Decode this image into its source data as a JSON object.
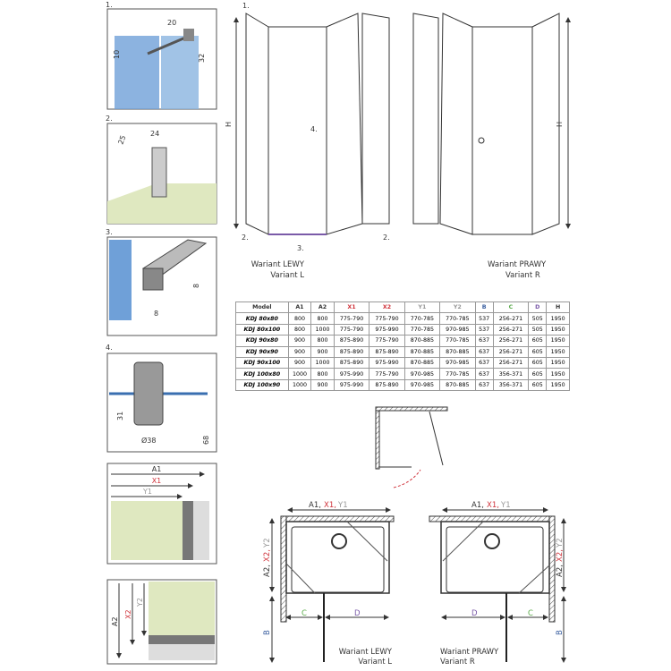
{
  "details": [
    {
      "number": "1.",
      "dims": [
        "20",
        "10",
        "32"
      ]
    },
    {
      "number": "2.",
      "dims": [
        "25",
        "24"
      ]
    },
    {
      "number": "3.",
      "dims": [
        "8",
        "8"
      ]
    },
    {
      "number": "4.",
      "dims": [
        "31",
        "Ø38",
        "68"
      ]
    }
  ],
  "dimension_detail": {
    "width": [
      "A1",
      "X1",
      "Y1"
    ],
    "depth": [
      "A2",
      "X2",
      "Y2"
    ]
  },
  "elevations": {
    "height_label": "H",
    "markers": [
      "1.",
      "2.",
      "3.",
      "2.",
      "4."
    ],
    "left_caption": [
      "Wariant LEWY",
      "Variant L"
    ],
    "right_caption": [
      "Wariant PRAWY",
      "Variant R"
    ]
  },
  "table": {
    "headers": [
      "Model",
      "A1",
      "A2",
      "X1",
      "X2",
      "Y1",
      "Y2",
      "B",
      "C",
      "D",
      "H"
    ],
    "header_colors": [
      "#333333",
      "#333333",
      "#333333",
      "#d0343c",
      "#d0343c",
      "#999999",
      "#999999",
      "#3a5fa0",
      "#5aaa4a",
      "#7a5aa8",
      "#333333"
    ],
    "rows": [
      [
        "KDJ 80x80",
        "800",
        "800",
        "775-790",
        "775-790",
        "770-785",
        "770-785",
        "537",
        "256-271",
        "505",
        "1950"
      ],
      [
        "KDJ 80x100",
        "800",
        "1000",
        "775-790",
        "975-990",
        "770-785",
        "970-985",
        "537",
        "256-271",
        "505",
        "1950"
      ],
      [
        "KDJ 90x80",
        "900",
        "800",
        "875-890",
        "775-790",
        "870-885",
        "770-785",
        "637",
        "256-271",
        "605",
        "1950"
      ],
      [
        "KDJ 90x90",
        "900",
        "900",
        "875-890",
        "875-890",
        "870-885",
        "870-885",
        "637",
        "256-271",
        "605",
        "1950"
      ],
      [
        "KDJ 90x100",
        "900",
        "1000",
        "875-890",
        "975-990",
        "870-885",
        "970-985",
        "637",
        "256-271",
        "605",
        "1950"
      ],
      [
        "KDJ 100x80",
        "1000",
        "800",
        "975-990",
        "775-790",
        "970-985",
        "770-785",
        "637",
        "356-371",
        "605",
        "1950"
      ],
      [
        "KDJ 100x90",
        "1000",
        "900",
        "975-990",
        "875-890",
        "970-985",
        "870-885",
        "637",
        "356-371",
        "605",
        "1950"
      ]
    ]
  },
  "plans": {
    "width_label": [
      "A1,",
      "X1,",
      "Y1"
    ],
    "depth_label": [
      "A2,",
      "X2,",
      "Y2"
    ],
    "b_label": "B",
    "c_label": "C",
    "d_label": "D",
    "left_caption": [
      "Wariant LEWY",
      "Variant L"
    ],
    "right_caption": [
      "Wariant PRAWY",
      "Variant R"
    ]
  },
  "colors": {
    "x": "#d0343c",
    "y": "#999999",
    "b": "#3a5fa0",
    "c": "#5aaa4a",
    "d": "#7a5aa8",
    "glass": "#6fa0d8",
    "floor": "#dfe8c0"
  }
}
